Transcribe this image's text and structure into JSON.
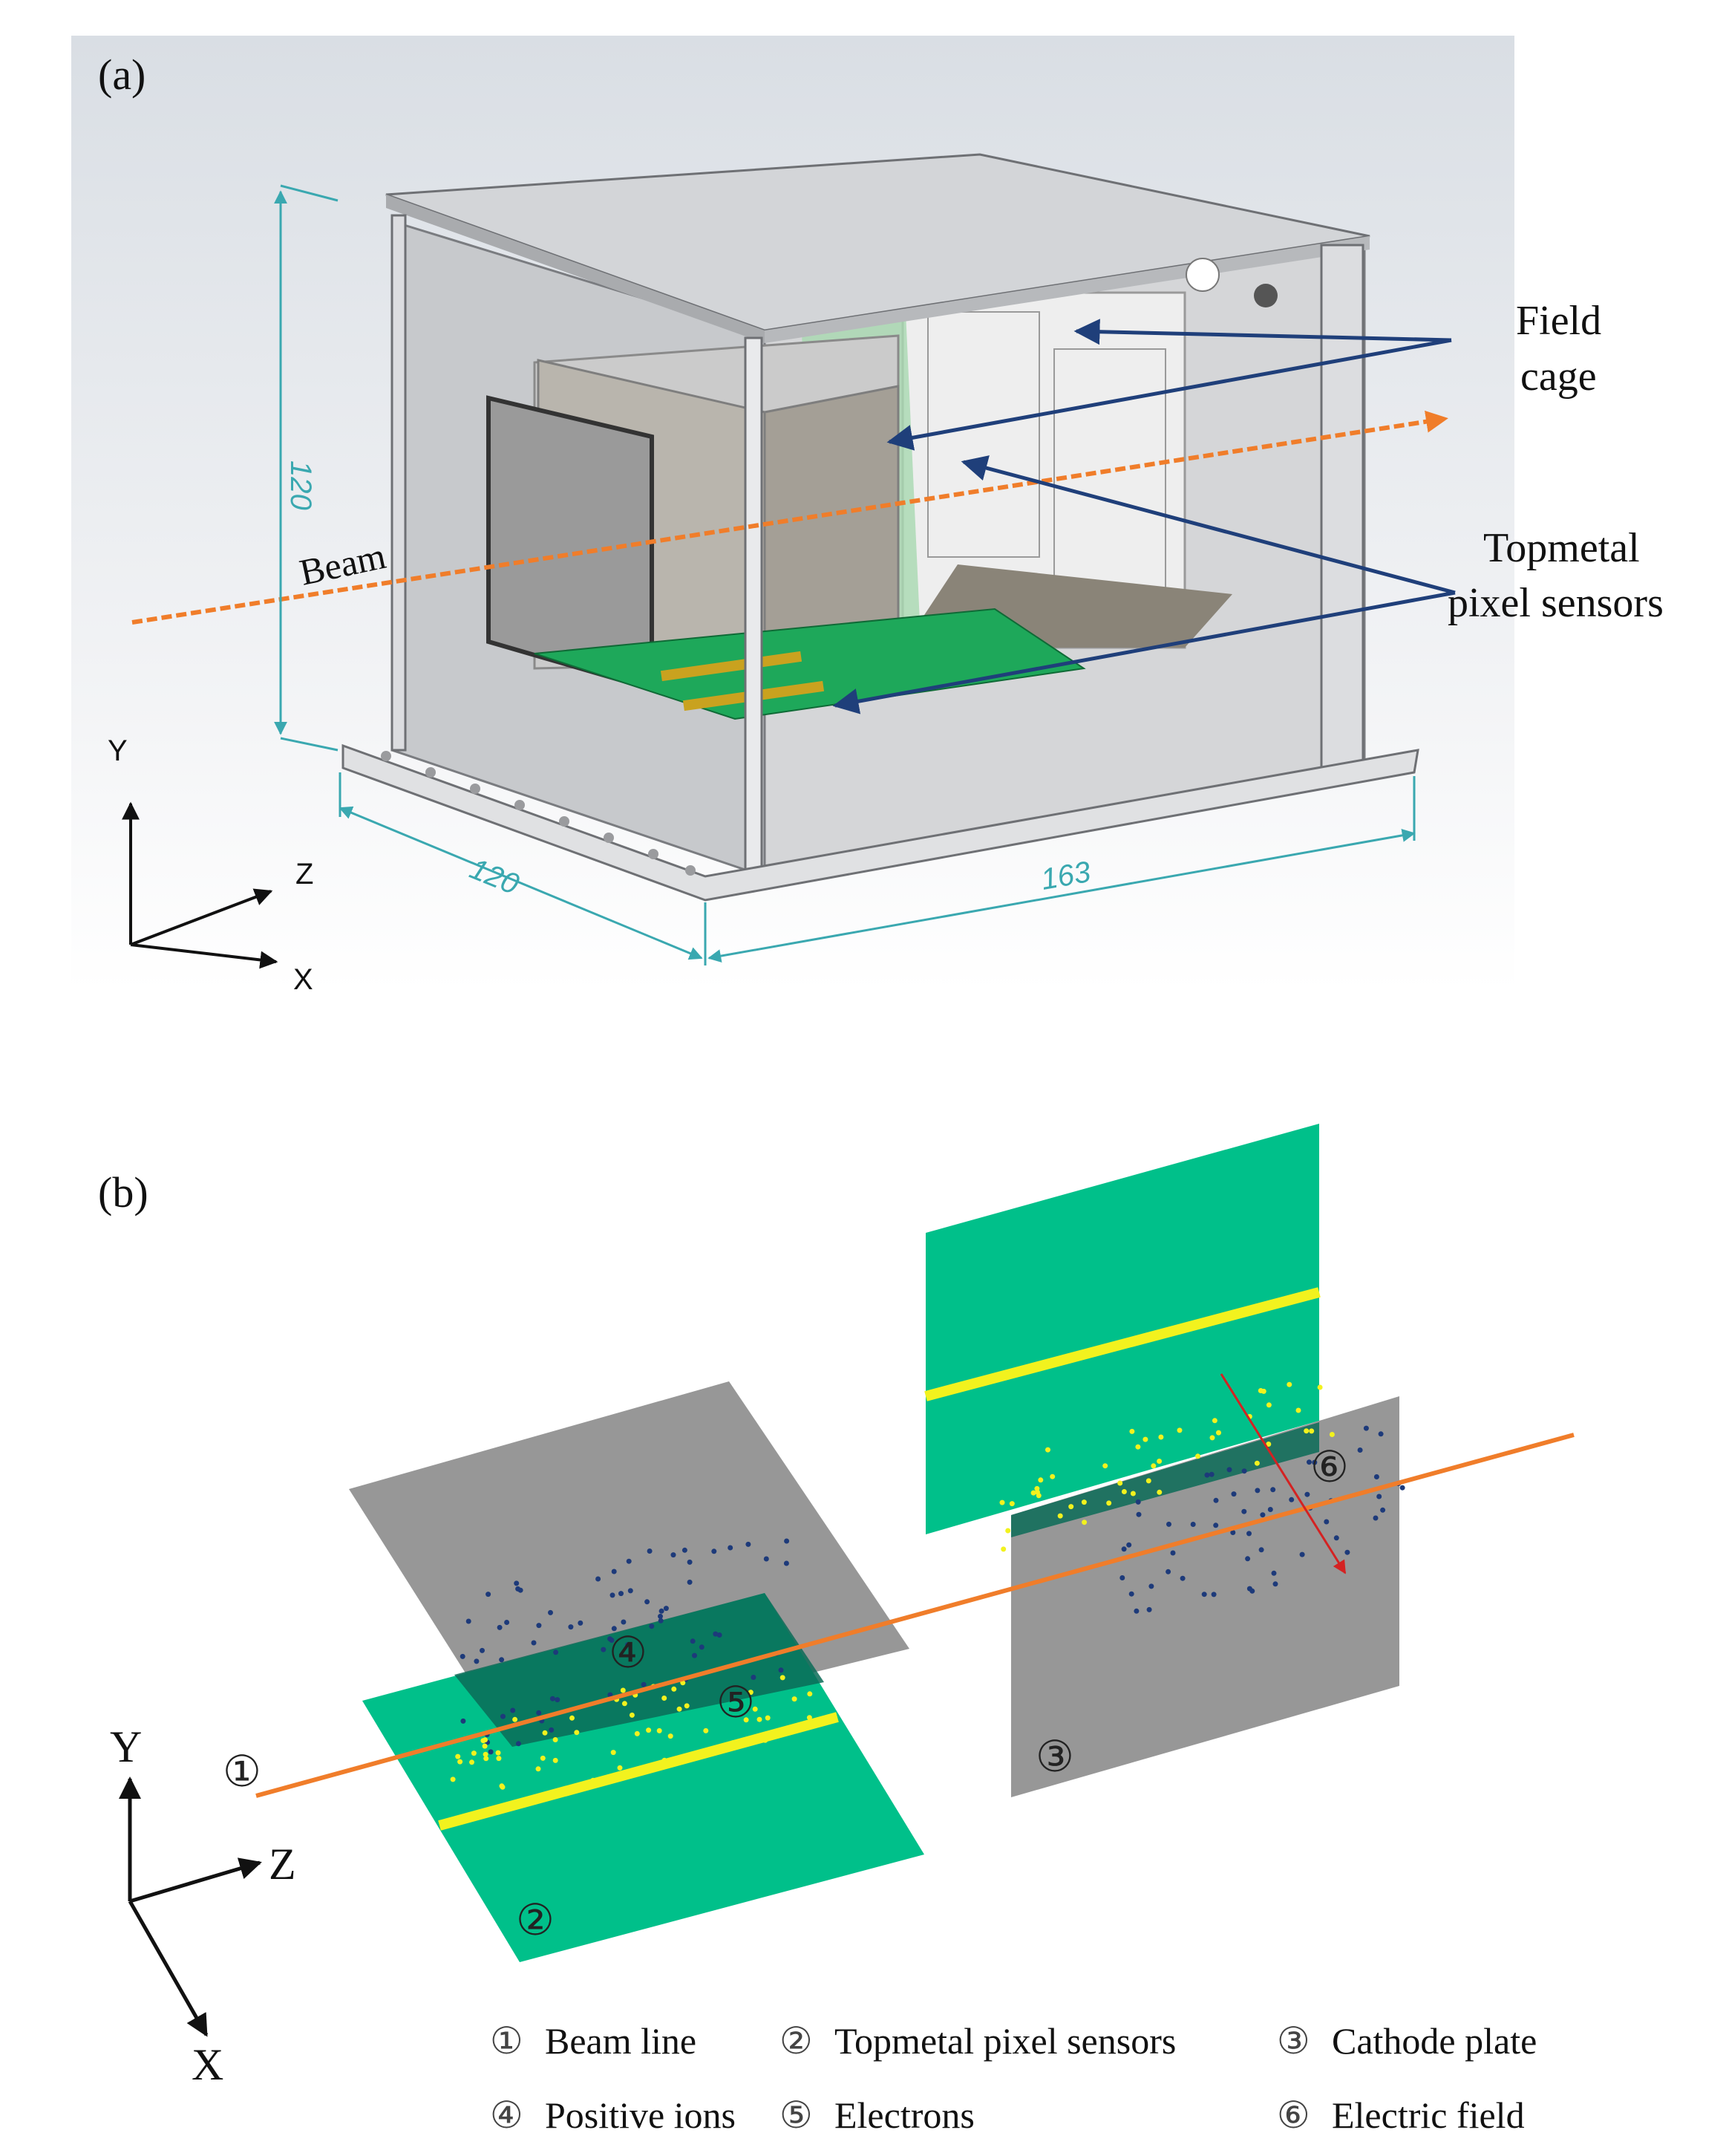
{
  "panel_a": {
    "label": "(a)",
    "annotations": {
      "field_cage_line1": "Field",
      "field_cage_line2": "cage",
      "topmetal_line1": "Topmetal",
      "topmetal_line2": "pixel sensors",
      "beam": "Beam"
    },
    "dimensions": {
      "height": "120",
      "depth": "120",
      "width": "163"
    },
    "axes": {
      "y": "Y",
      "z": "Z",
      "x": "X"
    },
    "colors": {
      "beam": "#f07d2a",
      "arrow": "#1f3f7a",
      "pcb": "#1ea85a",
      "dimension": "#3aa8b0"
    }
  },
  "panel_b": {
    "label": "(b)",
    "markers": {
      "beam_line": "①",
      "sensors": "②",
      "cathode": "③",
      "ions": "④",
      "electrons": "⑤",
      "field": "⑥"
    },
    "axes": {
      "y": "Y",
      "z": "Z",
      "x": "X"
    },
    "legend": [
      {
        "marker": "①",
        "text": "Beam line"
      },
      {
        "marker": "②",
        "text": "Topmetal pixel sensors"
      },
      {
        "marker": "③",
        "text": "Cathode plate"
      },
      {
        "marker": "④",
        "text": "Positive ions"
      },
      {
        "marker": "⑤",
        "text": "Electrons"
      },
      {
        "marker": "⑥",
        "text": "Electric field"
      }
    ],
    "colors": {
      "sensor_plate": "#00c08a",
      "cathode_plate": "#8e8e8e",
      "beam": "#f07d2a",
      "ion_dots": "#1d3a7a",
      "electron_dots": "#f2f21e",
      "field_arrow": "#d42222"
    }
  }
}
